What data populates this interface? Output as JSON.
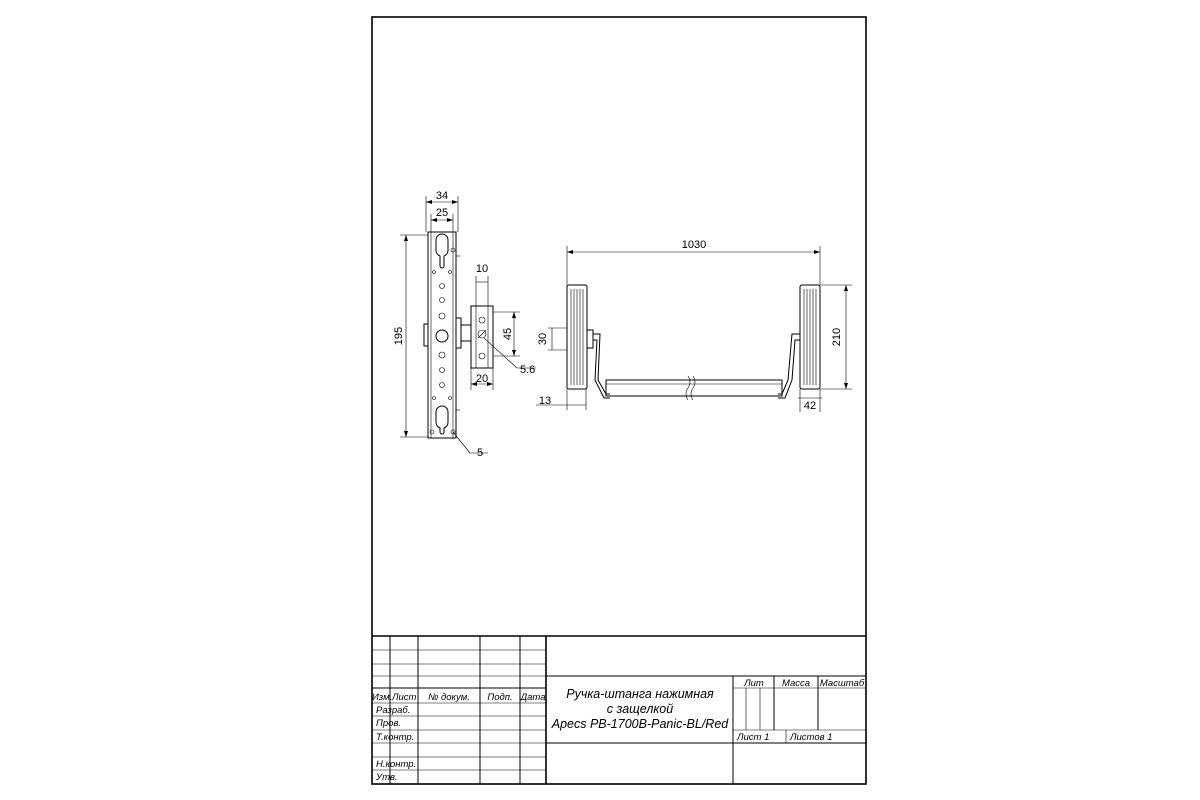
{
  "lock_dimensions": {
    "width_total": "34",
    "width_inner": "25",
    "height": "195",
    "latch_depth": "10",
    "strike_height": "45",
    "hole_diameter": "5.6",
    "strike_width": "20",
    "screw_hole": "5"
  },
  "bar_dimensions": {
    "length": "1030",
    "height": "210",
    "mount_offset": "30",
    "base_offset": "13",
    "pad_width": "42"
  },
  "title_block": {
    "title_line1": "Ручка-штанга нажимная",
    "title_line2": "с защелкой",
    "title_line3": "Apecs PB-1700B-Panic-BL/Red",
    "columns": {
      "izm": "Изм.",
      "list": "Лист",
      "doc_no": "№ докум.",
      "sign": "Подп.",
      "date": "Дата"
    },
    "rows": {
      "razrab": "Разраб.",
      "prov": "Пров.",
      "tkontr": "Т.контр.",
      "nkontr": "Н.контр.",
      "utv": "Утв."
    },
    "lit": "Лит",
    "massa": "Масса",
    "masshtab": "Масштаб",
    "sheet": "Лист  1",
    "sheets": "Листов  1"
  }
}
